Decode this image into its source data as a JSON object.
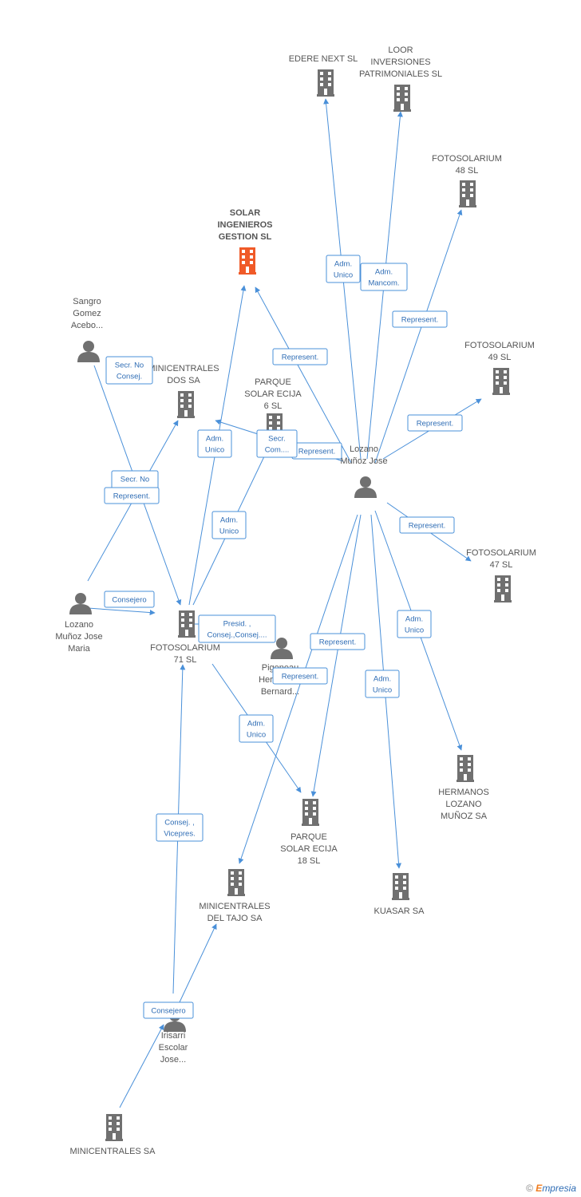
{
  "colors": {
    "edge": "#4a90d9",
    "node": "#707070",
    "highlight": "#f05a28",
    "edge_text": "#2f6db5"
  },
  "nodes": [
    {
      "id": "solar",
      "type": "company",
      "highlight": true,
      "label": [
        "SOLAR",
        "INGENIEROS",
        "GESTION SL"
      ]
    },
    {
      "id": "edere",
      "type": "company",
      "label": [
        "EDERE NEXT SL"
      ]
    },
    {
      "id": "loor",
      "type": "company",
      "label": [
        "LOOR",
        "INVERSIONES",
        "PATRIMONIALES SL"
      ]
    },
    {
      "id": "foto48",
      "type": "company",
      "label": [
        "FOTOSOLARIUM",
        "48 SL"
      ]
    },
    {
      "id": "foto49",
      "type": "company",
      "label": [
        "FOTOSOLARIUM",
        "49 SL"
      ]
    },
    {
      "id": "foto47",
      "type": "company",
      "label": [
        "FOTOSOLARIUM",
        "47 SL"
      ]
    },
    {
      "id": "minidos",
      "type": "company",
      "label": [
        "MINICENTRALES",
        "DOS SA"
      ]
    },
    {
      "id": "parque6",
      "type": "company",
      "label": [
        "PARQUE",
        "SOLAR ECIJA",
        "6 SL"
      ]
    },
    {
      "id": "foto71",
      "type": "company",
      "label": [
        "FOTOSOLARIUM",
        "71 SL"
      ]
    },
    {
      "id": "parque18",
      "type": "company",
      "label": [
        "PARQUE",
        "SOLAR ECIJA",
        "18 SL"
      ]
    },
    {
      "id": "hermanos",
      "type": "company",
      "label": [
        "HERMANOS",
        "LOZANO",
        "MUÑOZ SA"
      ]
    },
    {
      "id": "kuasar",
      "type": "company",
      "label": [
        "KUASAR SA"
      ]
    },
    {
      "id": "minitajo",
      "type": "company",
      "label": [
        "MINICENTRALES",
        "DEL TAJO SA"
      ]
    },
    {
      "id": "minisa",
      "type": "company",
      "label": [
        "MINICENTRALES SA"
      ]
    },
    {
      "id": "lozanojose",
      "type": "person",
      "label": [
        "Lozano",
        "Muñoz Jose"
      ]
    },
    {
      "id": "sangro",
      "type": "person",
      "label": [
        "Sangro",
        "Gomez",
        "Acebo..."
      ]
    },
    {
      "id": "lozanomaria",
      "type": "person",
      "label": [
        "Lozano",
        "Muñoz Jose",
        "Maria"
      ]
    },
    {
      "id": "pigeon",
      "type": "person",
      "label": [
        "Pigeneau",
        "Hernandez",
        "Bernard..."
      ]
    },
    {
      "id": "irisarri",
      "type": "person",
      "label": [
        "Irisarri",
        "Escolar",
        "Jose..."
      ]
    }
  ],
  "edges": [
    {
      "from": "lozanojose",
      "to": "edere",
      "label": [
        "Adm.",
        "Unico"
      ]
    },
    {
      "from": "lozanojose",
      "to": "loor",
      "label": [
        "Adm.",
        "Mancom."
      ]
    },
    {
      "from": "lozanojose",
      "to": "foto48",
      "label": [
        "Represent."
      ]
    },
    {
      "from": "lozanojose",
      "to": "foto49",
      "label": [
        "Represent."
      ]
    },
    {
      "from": "lozanojose",
      "to": "solar",
      "label": [
        "Represent."
      ]
    },
    {
      "from": "lozanojose",
      "to": "minidos",
      "label": [
        "Represent."
      ]
    },
    {
      "from": "lozanojose",
      "to": "foto47",
      "label": [
        "Represent."
      ]
    },
    {
      "from": "lozanojose",
      "to": "hermanos",
      "label": [
        "Adm.",
        "Unico"
      ]
    },
    {
      "from": "lozanojose",
      "to": "kuasar",
      "label": [
        "Adm.",
        "Unico"
      ]
    },
    {
      "from": "lozanojose",
      "to": "parque18",
      "label": [
        "Represent."
      ]
    },
    {
      "from": "lozanojose",
      "to": "minitajo",
      "label": [
        "Represent."
      ]
    },
    {
      "from": "sangro",
      "to": "foto71",
      "label": [
        "Secr.  No",
        "Consej."
      ]
    },
    {
      "from": "lozanomaria",
      "to": "minidos",
      "label": [
        "Secr.  No",
        "Consej."
      ]
    },
    {
      "from": "lozanomaria",
      "to": "foto71",
      "label": [
        "Consejero"
      ]
    },
    {
      "from": "foto71",
      "to": "solar",
      "label": [
        "Adm.",
        "Unico"
      ]
    },
    {
      "from": "foto71",
      "to": "parque6",
      "label": [
        "Adm.",
        "Unico"
      ]
    },
    {
      "from": "foto71",
      "to": "parque18",
      "label": [
        "Adm.",
        "Unico"
      ]
    },
    {
      "from": "pigeon",
      "to": "foto71",
      "label": [
        "Presid. ,",
        "Consej.,Consej...."
      ]
    },
    {
      "from": "parque6",
      "to": "foto71",
      "label": [
        "Secr.",
        "Com...."
      ]
    },
    {
      "from": "sangro",
      "to": "foto71",
      "label": [
        "Represent."
      ]
    },
    {
      "from": "irisarri",
      "to": "foto71",
      "label": [
        "Consej. ,",
        "Vicepres."
      ]
    },
    {
      "from": "irisarri",
      "to": "minitajo",
      "label": [
        "Consejero"
      ]
    },
    {
      "from": "minisa",
      "to": "irisarri",
      "label": []
    }
  ],
  "brand": {
    "symbol": "©",
    "first": "E",
    "rest": "mpresia"
  }
}
